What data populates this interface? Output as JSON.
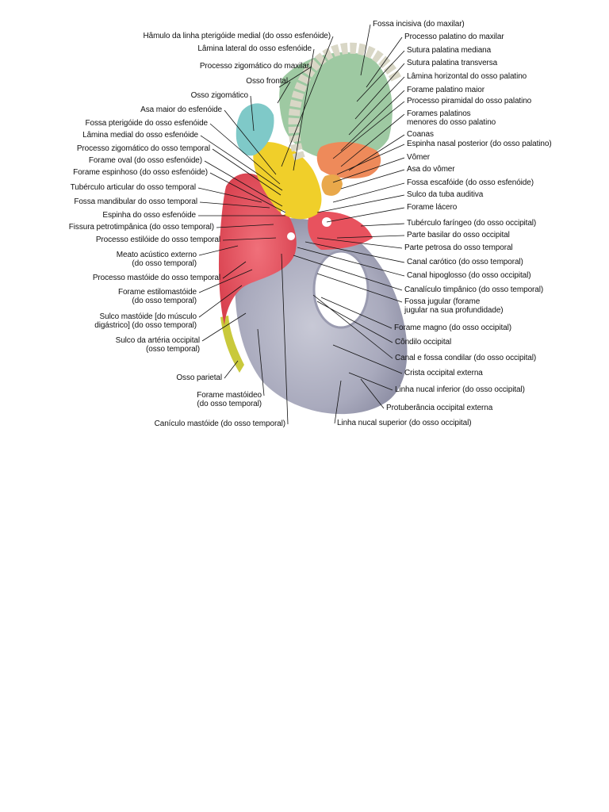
{
  "colors": {
    "occipital": "#b3b4c4",
    "temporal": "#e8525e",
    "sphenoid": "#f0cf2a",
    "maxilla": "#9ec9a2",
    "palatine": "#ee8a5a",
    "zygomatic": "#7fc9c8",
    "parietal": "#c9c93c",
    "vomer": "#e9a84a"
  },
  "labels_left": [
    {
      "text": "Hâmulo da linha pterigóide medial (do osso esfenóide)"
    },
    {
      "text": "Lâmina lateral do osso esfenóide"
    },
    {
      "text": "Processo zigomático do maxilar"
    },
    {
      "text": "Osso frontal"
    },
    {
      "text": "Osso zigomático"
    },
    {
      "text": "Asa maior do esfenóide"
    },
    {
      "text": "Fossa pterigóide do osso esfenóide"
    },
    {
      "text": "Lâmina medial do osso esfenóide"
    },
    {
      "text": "Processo zigomático do osso temporal"
    },
    {
      "text": "Forame oval (do osso esfenóide)"
    },
    {
      "text": "Forame espinhoso (do osso esfenóide)"
    },
    {
      "text": "Tubérculo articular do osso temporal"
    },
    {
      "text": "Fossa mandibular do osso temporal"
    },
    {
      "text": "Espinha do osso esfenóide"
    },
    {
      "text": "Fissura petrotimpânica (do osso temporal)"
    },
    {
      "text": "Processo estilóide do osso temporal"
    },
    {
      "text": "Meato acústico externo\n(do osso temporal)"
    },
    {
      "text": "Processo mastóide do osso temporal"
    },
    {
      "text": "Forame estilomastóide\n(do osso temporal)"
    },
    {
      "text": "Sulco mastóide [do músculo\ndigástrico] (do osso temporal)"
    },
    {
      "text": "Sulco da artéria occipital\n(osso temporal)"
    },
    {
      "text": "Osso parietal"
    },
    {
      "text": "Forame mastóideo\n(do osso temporal)"
    },
    {
      "text": "Canículo mastóide (do osso temporal)"
    }
  ],
  "labels_right": [
    {
      "text": "Fossa incisiva (do maxilar)"
    },
    {
      "text": "Processo palatino do maxilar"
    },
    {
      "text": "Sutura palatina mediana"
    },
    {
      "text": "Sutura palatina transversa"
    },
    {
      "text": "Lâmina horizontal do osso palatino"
    },
    {
      "text": "Forame palatino maior"
    },
    {
      "text": "Processo piramidal do osso palatino"
    },
    {
      "text": "Forames palatinos\nmenores do osso palatino"
    },
    {
      "text": "Coanas"
    },
    {
      "text": "Espinha nasal posterior (do osso palatino)"
    },
    {
      "text": "Vômer"
    },
    {
      "text": "Asa do vômer"
    },
    {
      "text": "Fossa escafóide (do osso esfenóide)"
    },
    {
      "text": "Sulco da tuba auditiva"
    },
    {
      "text": "Forame lácero"
    },
    {
      "text": "Tubérculo faríngeo (do osso occipital)"
    },
    {
      "text": "Parte basilar do osso occipital"
    },
    {
      "text": "Parte petrosa do osso temporal"
    },
    {
      "text": "Canal carótico (do osso temporal)"
    },
    {
      "text": "Canal hipoglosso (do osso occipital)"
    },
    {
      "text": "Canalículo timpânico (do osso temporal)"
    },
    {
      "text": "Fossa jugular (forame\njugular na sua profundidade)"
    },
    {
      "text": "Forame magno (do osso occipital)"
    },
    {
      "text": "Côndilo occipital"
    },
    {
      "text": "Canal e fossa condilar (do osso occipital)"
    },
    {
      "text": "Crista occipital externa"
    },
    {
      "text": "Linha nucal inferior (do osso occipital)"
    },
    {
      "text": "Protuberância occipital externa"
    },
    {
      "text": "Linha nucal superior (do osso occipital)"
    }
  ]
}
